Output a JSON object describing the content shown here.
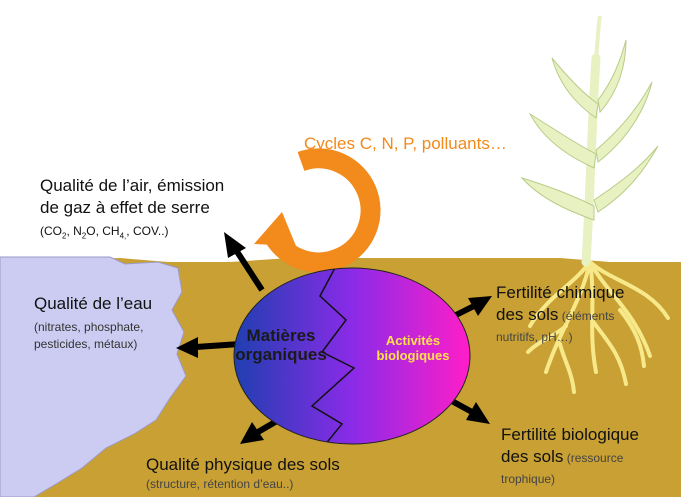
{
  "cycle_label": "Cycles C, N, P, polluants…",
  "air": {
    "line1": "Qualité de l’air, émission",
    "line2": "de gaz à effet de serre",
    "co2_a": "CO",
    "co2_b": "2",
    "n2o_a": "N",
    "n2o_b": "2",
    "n2o_c": "O",
    "ch4_a": "CH",
    "ch4_b": "4,",
    "cov": "COV..",
    "open": "(",
    "sep": ", ",
    "close": ")"
  },
  "water": {
    "title": "Qualité de l’eau",
    "detail1": "(nitrates, phosphate,",
    "detail2": "pesticides, métaux)"
  },
  "chem": {
    "line1": "Fertilité chimique",
    "line2_main": "des sols",
    "line2_detail": " (éléments",
    "line3": "nutritifs, pH…)"
  },
  "bio": {
    "line1": "Fertilité biologique",
    "line2_main": "des sols",
    "line2_detail": " (ressource",
    "line3": "trophique)"
  },
  "phys": {
    "title": "Qualité physique des sols",
    "detail": "(structure, rétention d’eau..)"
  },
  "organic": {
    "line1": "Matières",
    "line2": "organiques"
  },
  "activity": {
    "line1": "Activités",
    "line2": "biologiques"
  },
  "colors": {
    "soil": "#c8a033",
    "water": "#ccccf2",
    "cycle_arrow": "#f28a1c",
    "organic_text": "#1a1a1a",
    "activity_text": "#ffe14a",
    "arrows": "#000000"
  },
  "icons": [
    "cycle-arrow-icon",
    "corn-plant-icon",
    "roots-icon"
  ]
}
